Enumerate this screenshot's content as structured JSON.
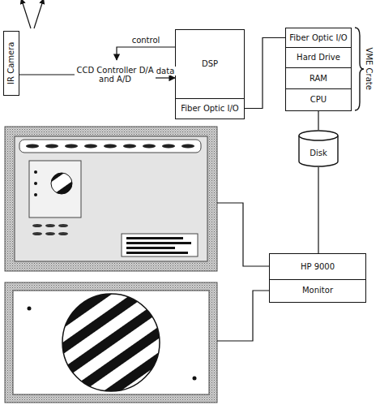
{
  "diagram": {
    "nodes": [
      {
        "text": [
          "IR Camera"
        ]
      },
      {
        "text": [
          "CCD Controller D/A and A/D"
        ]
      },
      {
        "text": [
          "DSP"
        ]
      },
      {
        "text": [
          "Fiber Optic I/O"
        ]
      },
      {
        "text": [
          "Fiber Optic I/O"
        ]
      },
      {
        "text": [
          "Hard Drive"
        ]
      },
      {
        "text": [
          "RAM"
        ]
      },
      {
        "text": [
          "CPU"
        ]
      },
      {
        "text": [
          "Disk"
        ]
      },
      {
        "text": [
          "HP 9000"
        ]
      },
      {
        "text": [
          "Monitor"
        ]
      }
    ],
    "edges": [
      {
        "from": 0,
        "to": 1,
        "arrow": "none"
      },
      {
        "from": 2,
        "to": 1,
        "label": "control",
        "arrow": "to"
      },
      {
        "from": 1,
        "to": 2,
        "label": "data",
        "arrow": "to"
      },
      {
        "from": 3,
        "to": 4,
        "arrow": "none"
      },
      {
        "from": 7,
        "to": 8,
        "arrow": "none"
      },
      {
        "from": 8,
        "to": 9,
        "arrow": "none"
      }
    ],
    "labels": [
      "VME Crate"
    ]
  }
}
